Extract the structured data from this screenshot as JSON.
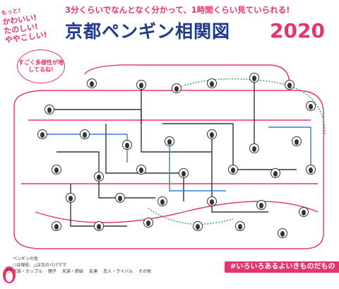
{
  "header": {
    "motto_lines": [
      "もっと!",
      "かわいい!",
      "たのしい!",
      "ややこしい!"
    ],
    "subtitle": "3分くらいでなんとなく分かって、1時間くらい見ていられる!",
    "title": "京都ペンギン相関図",
    "year": "2020"
  },
  "bubble": {
    "text": "すごく多様性が増してるね!"
  },
  "legend": {
    "line1": "ペンギンの色",
    "line2": "○は現役、△は次のパパママ",
    "items": [
      "家族・カップル",
      "親子",
      "兄弟・姉妹",
      "友達",
      "恋人・ライバル",
      "その他"
    ]
  },
  "hashtag": "#いろいろあるよいきものだもの",
  "colors": {
    "accent": "#e8336f",
    "title": "#1f3a8a",
    "line_dark": "#333333",
    "line_blue": "#3a7bd5",
    "line_green": "#3aa64a"
  }
}
